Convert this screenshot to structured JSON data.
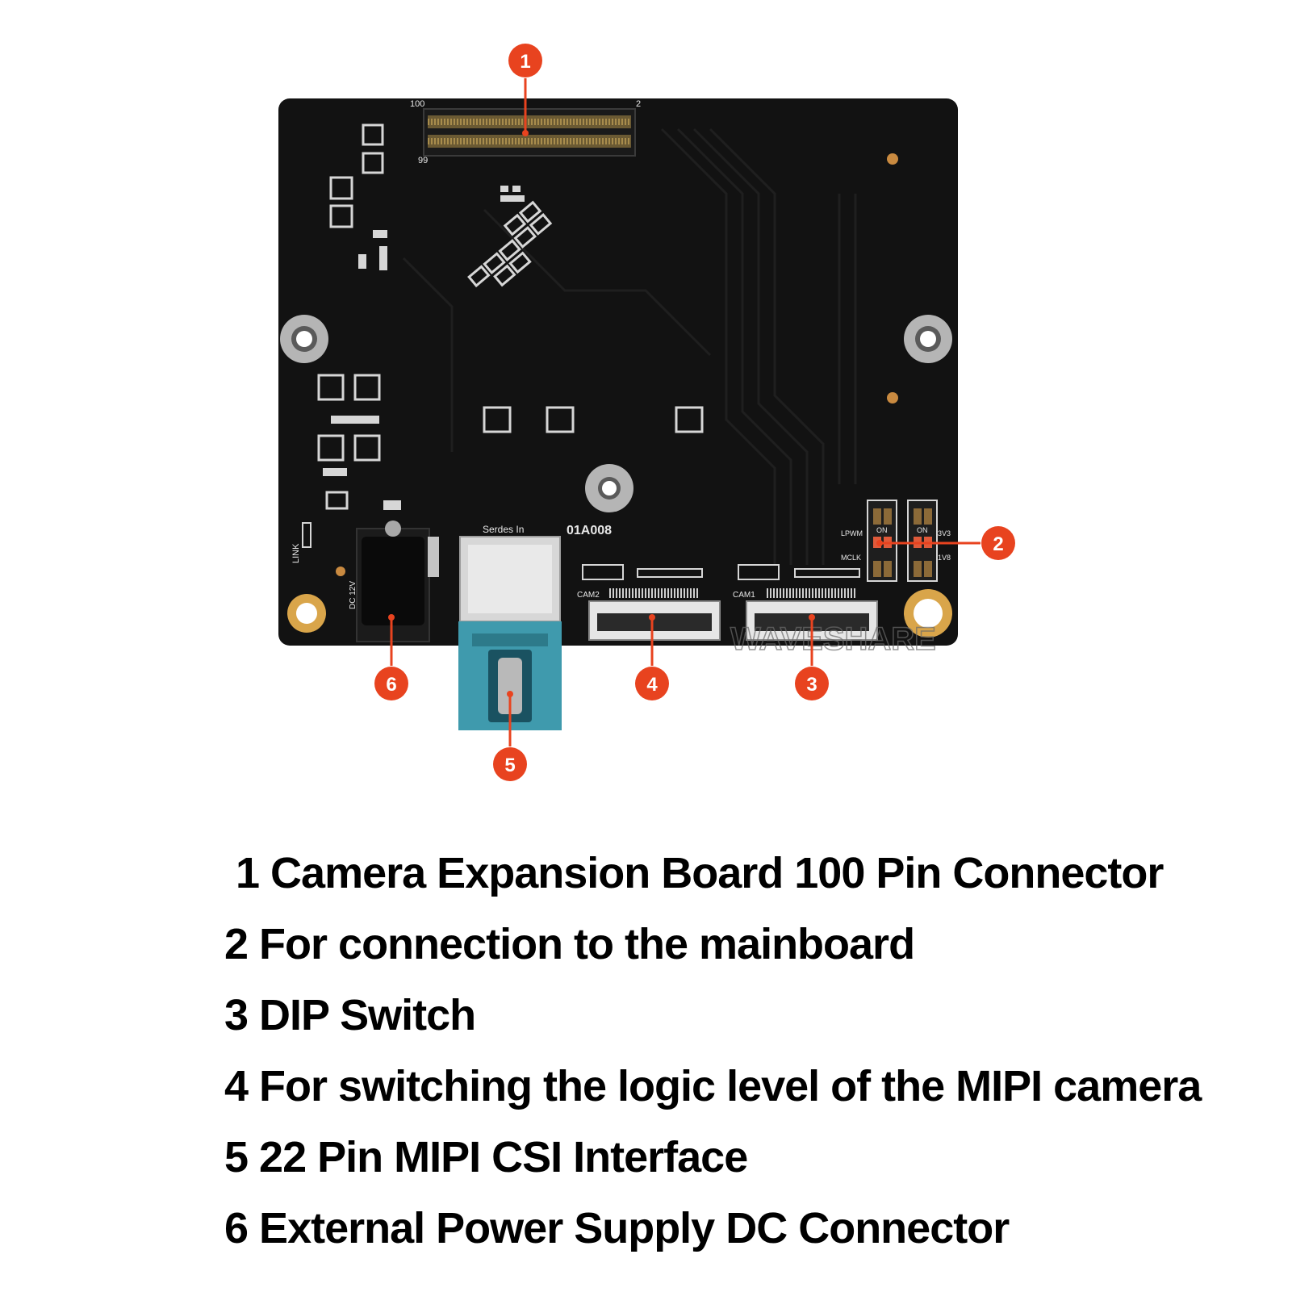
{
  "board": {
    "silkscreen": {
      "model": "01A008",
      "serdes": "Serdes In",
      "cam2": "CAM2",
      "cam1": "CAM1",
      "link": "LINK",
      "dc": "DC 12V",
      "pin100": "100",
      "pin2": "2",
      "pin99": "99",
      "on1": "ON",
      "on2": "ON",
      "lpwm": "LPWM",
      "mclk": "MCLK",
      "v3v3": "3V3",
      "v1v8": "1V8",
      "watermark": "WAVESHARE"
    },
    "colors": {
      "pcb": "#121212",
      "callout": "#e8431f",
      "connector": "#3f9aad",
      "gold": "#d9a54a",
      "silver": "#b5b5b5"
    }
  },
  "callouts": [
    {
      "number": "1"
    },
    {
      "number": "2"
    },
    {
      "number": "3"
    },
    {
      "number": "4"
    },
    {
      "number": "5"
    },
    {
      "number": "6"
    }
  ],
  "legend": [
    {
      "number": "1",
      "text": "Camera Expansion Board 100 Pin Connector"
    },
    {
      "number": "2",
      "text": "For connection to the mainboard"
    },
    {
      "number": "3",
      "text": "DIP Switch"
    },
    {
      "number": "4",
      "text": "For switching the logic level of the MIPI camera"
    },
    {
      "number": "5",
      "text": "22 Pin MIPI CSI Interface"
    },
    {
      "number": "6",
      "text": "External Power Supply DC Connector"
    }
  ]
}
